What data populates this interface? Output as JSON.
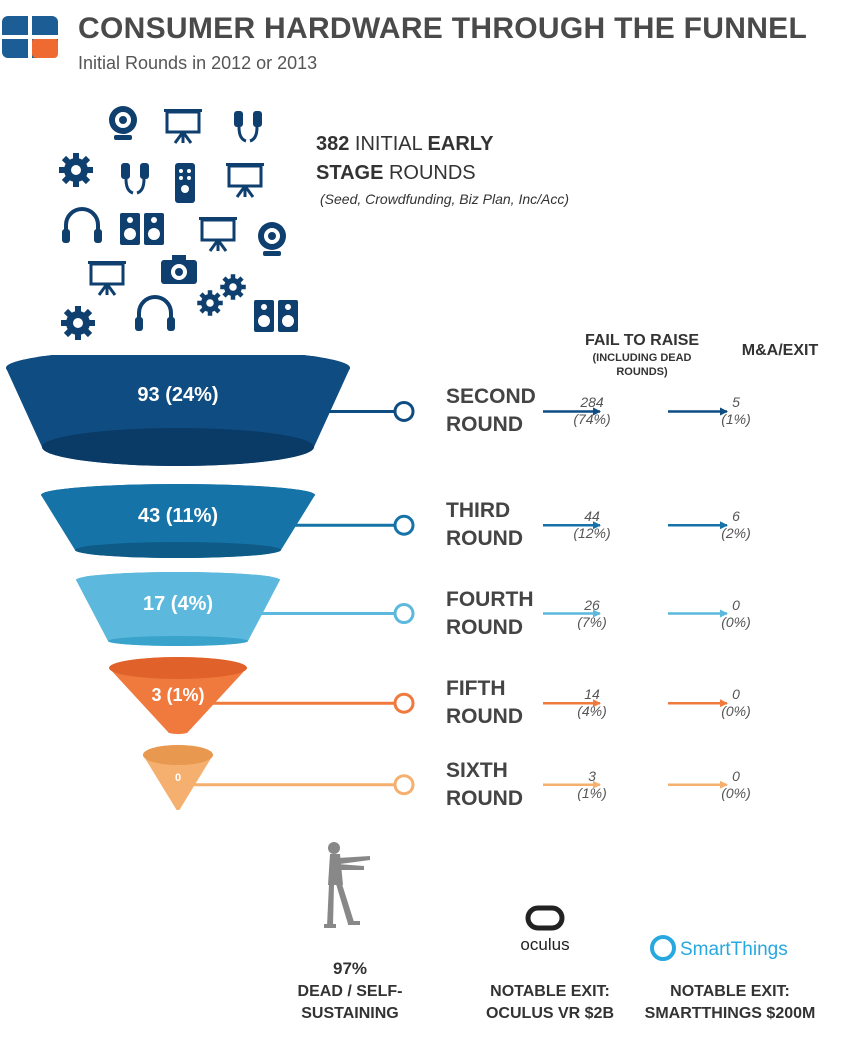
{
  "header": {
    "title": "CONSUMER HARDWARE THROUGH THE FUNNEL",
    "subtitle": "Initial Rounds in 2012 or 2013"
  },
  "initial": {
    "line1_count": "382",
    "line1_text": " INITIAL ",
    "line1_bold": "EARLY",
    "line2_bold": "STAGE",
    "line2_text": " ROUNDS",
    "note": "(Seed, Crowdfunding, Biz Plan, Inc/Acc)"
  },
  "columns": {
    "fail_title": "FAIL TO RAISE",
    "fail_sub1": "(INCLUDING DEAD",
    "fail_sub2": "ROUNDS)",
    "exit_title": "M&A/EXIT"
  },
  "rounds": [
    {
      "funnel_label": "93 (24%)",
      "name1": "SECOND",
      "name2": "ROUND",
      "fail_count": "284",
      "fail_pct": "(74%)",
      "exit_count": "5",
      "exit_pct": "(1%)",
      "color": "#0f4c81",
      "dark": "#0a3a66"
    },
    {
      "funnel_label": "43 (11%)",
      "name1": "THIRD",
      "name2": "ROUND",
      "fail_count": "44",
      "fail_pct": "(12%)",
      "exit_count": "6",
      "exit_pct": "(2%)",
      "color": "#1573a8",
      "dark": "#0e5b87"
    },
    {
      "funnel_label": "17 (4%)",
      "name1": "FOURTH",
      "name2": "ROUND",
      "fail_count": "26",
      "fail_pct": "(7%)",
      "exit_count": "0",
      "exit_pct": "(0%)",
      "color": "#5cb8dc",
      "dark": "#3aa3cc"
    },
    {
      "funnel_label": "3 (1%)",
      "name1": "FIFTH",
      "name2": "ROUND",
      "fail_count": "14",
      "fail_pct": "(4%)",
      "exit_count": "0",
      "exit_pct": "(0%)",
      "color": "#f07a3e",
      "dark": "#e0612a"
    },
    {
      "funnel_label": "0",
      "name1": "SIXTH",
      "name2": "ROUND",
      "fail_count": "3",
      "fail_pct": "(1%)",
      "exit_count": "0",
      "exit_pct": "(0%)",
      "color": "#f5b06f",
      "dark": "#e8984f"
    }
  ],
  "bottom": {
    "dead_pct": "97%",
    "dead_line1": "DEAD / SELF-",
    "dead_line2": "SUSTAINING",
    "oculus_word": "oculus",
    "oculus_line1": "NOTABLE EXIT:",
    "oculus_line2": "OCULUS VR $2B",
    "st_word": "SmartThings",
    "st_line1": "NOTABLE EXIT:",
    "st_line2": "SMARTTHINGS $200M"
  },
  "colors": {
    "navy": "#0f3f6e",
    "gray": "#888888",
    "logo_orange": "#ee6a31",
    "logo_blue": "#1c5d96",
    "st_blue": "#28a8e0"
  }
}
